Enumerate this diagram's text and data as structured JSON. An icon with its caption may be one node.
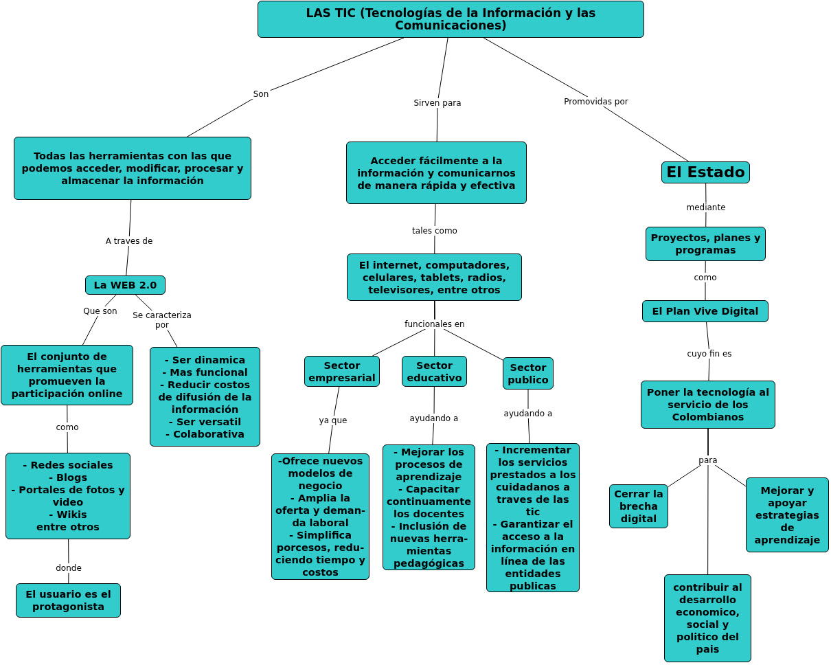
{
  "diagram": {
    "nodes": [
      {
        "text": [
          "LAS TIC (Tecnologías de la Información y las Comunicaciones)"
        ]
      },
      {
        "text": [
          "Todas las herramientas con las que podemos acceder, modificar, procesar y almacenar la información"
        ]
      },
      {
        "text": [
          "Acceder fácilmente a la información y comunicarnos de manera rápida y efectiva"
        ]
      },
      {
        "text": [
          "El Estado"
        ]
      },
      {
        "text": [
          "La WEB 2.0"
        ]
      },
      {
        "text": [
          "El internet, computadores, celulares, tablets, radios, televisores, entre otros"
        ]
      },
      {
        "text": [
          "Proyectos, planes y programas"
        ]
      },
      {
        "text": [
          "El conjunto de herramientas que promueven la participación online"
        ]
      },
      {
        "text": [
          "- Ser dinamica",
          "- Mas funcional",
          "- Reducir costos de difusión de la información",
          "- Ser versatil",
          "- Colaborativa"
        ]
      },
      {
        "text": [
          "Sector empresarial"
        ]
      },
      {
        "text": [
          "Sector educativo"
        ]
      },
      {
        "text": [
          "Sector publico"
        ]
      },
      {
        "text": [
          "El Plan Vive Digital"
        ]
      },
      {
        "text": [
          "- Redes sociales",
          "- Blogs",
          "- Portales de fotos y video",
          "- Wikis",
          "entre otros"
        ]
      },
      {
        "text": [
          "Poner la tecnología al servicio de los Colombianos"
        ]
      },
      {
        "text": [
          "-Ofrece nuevos modelos de negocio",
          "- Amplia la oferta y deman- da laboral",
          "- Simplifica porcesos, redu- ciendo tiempo y costos"
        ]
      },
      {
        "text": [
          "- Mejorar los procesos de aprendizaje",
          "- Capacitar continuamente los docentes",
          "- Inclusión de nuevas herra- mientas pedagógicas"
        ]
      },
      {
        "text": [
          "- Incrementar los servicios prestados a los cuidadanos a traves de las tic",
          "- Garantizar el acceso a la información en línea de las entidades publicas"
        ]
      },
      {
        "text": [
          "Cerrar la brecha digital"
        ]
      },
      {
        "text": [
          "Mejorar y apoyar estrategias de aprendizaje"
        ]
      },
      {
        "text": [
          "El usuario es el protagonista"
        ]
      },
      {
        "text": [
          "contribuir al desarrollo economico, social y politico del pais"
        ]
      }
    ],
    "edges": [
      {
        "from": 0,
        "to": 1,
        "arrow": "none",
        "label": "Son"
      },
      {
        "from": 0,
        "to": 2,
        "arrow": "none",
        "label": "Sirven para"
      },
      {
        "from": 0,
        "to": 3,
        "arrow": "none",
        "label": "Promovidas por"
      },
      {
        "from": 1,
        "to": 4,
        "arrow": "none",
        "label": "A traves de"
      },
      {
        "from": 2,
        "to": 5,
        "arrow": "none",
        "label": "tales como"
      },
      {
        "from": 3,
        "to": 6,
        "arrow": "none",
        "label": "mediante"
      },
      {
        "from": 4,
        "to": 7,
        "arrow": "none",
        "label": "Que son"
      },
      {
        "from": 4,
        "to": 8,
        "arrow": "none",
        "label": "Se caracteriza por"
      },
      {
        "from": 5,
        "to": 9,
        "arrow": "none"
      },
      {
        "from": 5,
        "to": 10,
        "arrow": "none",
        "label": "funcionales en"
      },
      {
        "from": 5,
        "to": 11,
        "arrow": "none"
      },
      {
        "from": 6,
        "to": 12,
        "arrow": "none",
        "label": "como"
      },
      {
        "from": 7,
        "to": 13,
        "arrow": "none",
        "label": "como"
      },
      {
        "from": 9,
        "to": 15,
        "arrow": "none",
        "label": "ya que"
      },
      {
        "from": 10,
        "to": 16,
        "arrow": "none",
        "label": "ayudando a"
      },
      {
        "from": 11,
        "to": 17,
        "arrow": "none",
        "label": "ayudando a"
      },
      {
        "from": 12,
        "to": 14,
        "arrow": "none",
        "label": "cuyo fin es"
      },
      {
        "from": 13,
        "to": 20,
        "arrow": "none",
        "label": "donde"
      },
      {
        "from": 14,
        "to": 18,
        "arrow": "none"
      },
      {
        "from": 14,
        "to": 21,
        "arrow": "none",
        "label": "para"
      },
      {
        "from": 14,
        "to": 19,
        "arrow": "none"
      }
    ]
  }
}
